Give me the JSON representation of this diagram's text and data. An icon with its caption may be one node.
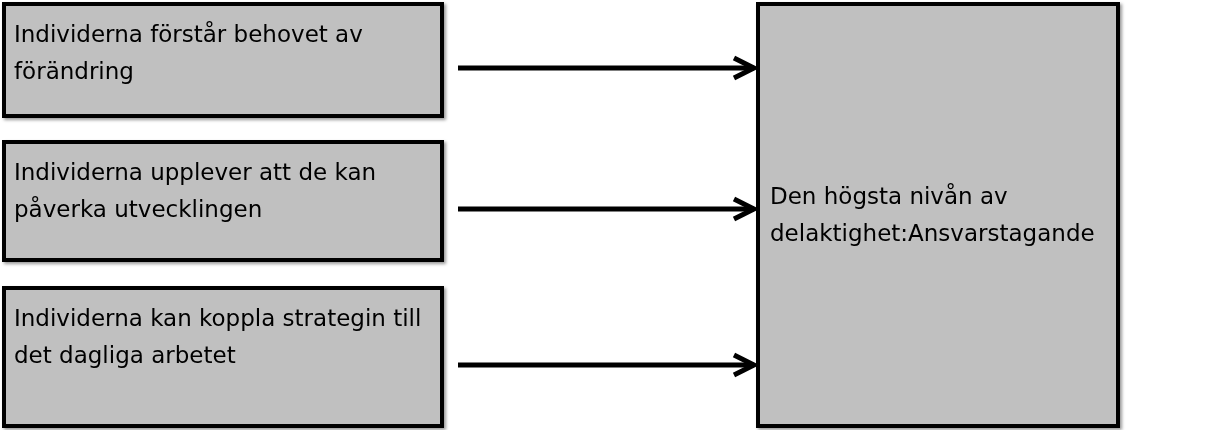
{
  "diagram": {
    "nodes": [
      {
        "text": [
          "Individerna förstår behovet av förändring"
        ]
      },
      {
        "text": [
          "Individerna upplever att de kan påverka utvecklingen"
        ]
      },
      {
        "text": [
          "Individerna kan koppla strategin till det dagliga arbetet"
        ]
      },
      {
        "text": [
          "Den högsta nivån av delaktighet:Ansvarstagande"
        ]
      }
    ],
    "edges": [
      {
        "from": 0,
        "to": 3,
        "arrow": "to"
      },
      {
        "from": 1,
        "to": 3,
        "arrow": "to"
      },
      {
        "from": 2,
        "to": 3,
        "arrow": "to"
      }
    ]
  }
}
